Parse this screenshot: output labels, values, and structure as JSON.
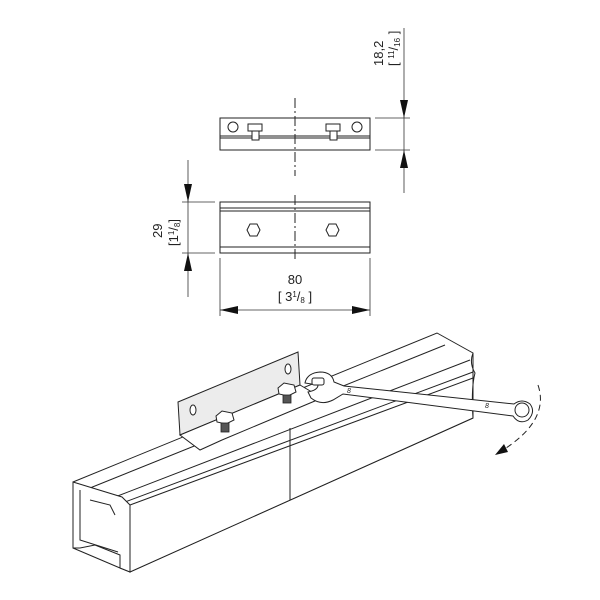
{
  "dimensions": {
    "height_top": {
      "mm": "18,2",
      "inch_num": "11",
      "inch_den": "16"
    },
    "height_front": {
      "mm": "29",
      "inch_whole": "1",
      "inch_num": "1",
      "inch_den": "8"
    },
    "width": {
      "mm": "80",
      "inch_whole": "3",
      "inch_num": "1",
      "inch_den": "8"
    }
  },
  "wrench": {
    "size_label_1": "8",
    "size_label_2": "8"
  }
}
